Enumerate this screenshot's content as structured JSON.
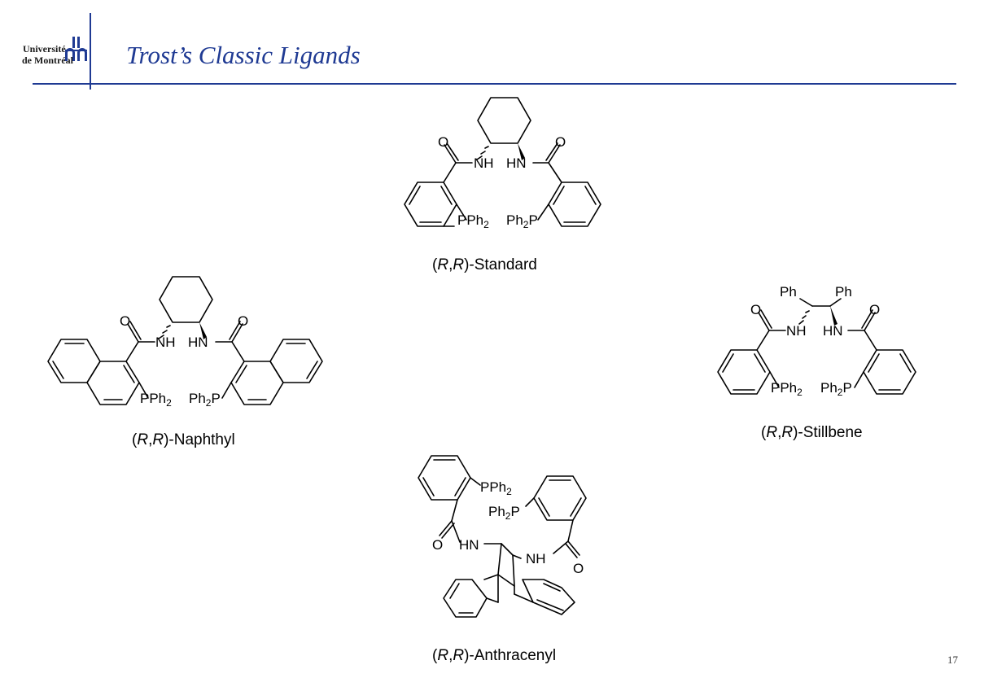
{
  "header": {
    "title": "Trost’s Classic Ligands",
    "logo_line1": "Université",
    "logo_line2": "de Montréal"
  },
  "page_number": "17",
  "colors": {
    "accent": "#1f3a93",
    "ink": "#000000"
  },
  "structures": {
    "standard": {
      "caption_open": "(",
      "caption_r1": "R",
      "caption_comma": ",",
      "caption_r2": "R",
      "caption_rest": ")-Standard",
      "o_left": "O",
      "nh_left": "NH",
      "nh_right": "HN",
      "o_right": "O",
      "p_left": "PPh",
      "p_left_sub": "2",
      "p_right": "Ph",
      "p_right_sub": "2",
      "p_right_end": "P"
    },
    "naphthyl": {
      "caption_open": "(",
      "caption_r1": "R",
      "caption_comma": ",",
      "caption_r2": "R",
      "caption_rest": ")-Naphthyl",
      "o_left": "O",
      "nh_left": "NH",
      "nh_right": "HN",
      "o_right": "O",
      "p_left": "PPh",
      "p_left_sub": "2",
      "p_right": "Ph",
      "p_right_sub": "2",
      "p_right_end": "P"
    },
    "stilbene": {
      "caption_open": "(",
      "caption_r1": "R",
      "caption_comma": ",",
      "caption_r2": "R",
      "caption_rest": ")-Stillbene",
      "ph_left": "Ph",
      "ph_right": "Ph",
      "o_left": "O",
      "nh_left": "NH",
      "nh_right": "HN",
      "o_right": "O",
      "p_left": "PPh",
      "p_left_sub": "2",
      "p_right": "Ph",
      "p_right_sub": "2",
      "p_right_end": "P"
    },
    "anthracenyl": {
      "caption_open": "(",
      "caption_r1": "R",
      "caption_comma": ",",
      "caption_r2": "R",
      "caption_rest": ")-Anthracenyl",
      "p_top": "PPh",
      "p_top_sub": "2",
      "p_mid": "Ph",
      "p_mid_sub": "2",
      "p_mid_end": "P",
      "o_left": "O",
      "nh_left": "HN",
      "nh_right": "NH",
      "o_right": "O"
    }
  }
}
